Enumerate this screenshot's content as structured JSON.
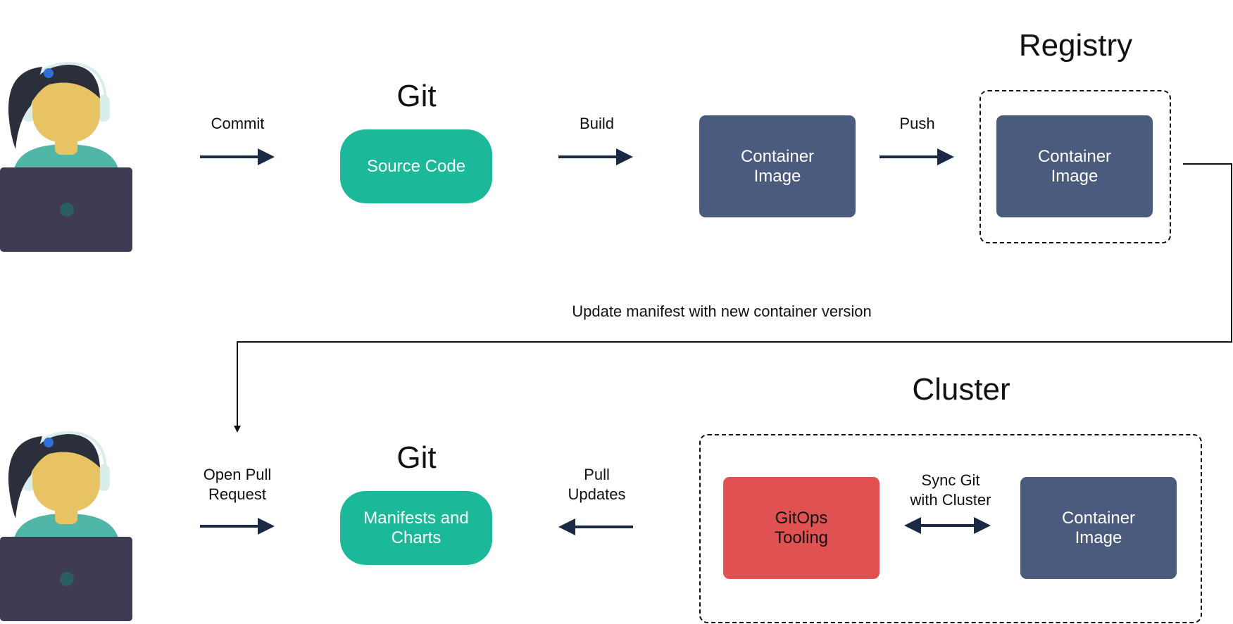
{
  "colors": {
    "git_node": "#1bb99a",
    "container_node": "#4a5b7d",
    "gitops_node": "#e05252",
    "arrow": "#1b2a44",
    "connector": "#111111",
    "skin": "#e8c364",
    "hair": "#2b2f3b",
    "shirt": "#4fb6a8",
    "laptop": "#3f3b52",
    "headset": "#d9eeea",
    "hair_clip": "#2e6fd8"
  },
  "icons": {
    "developer": "developer-with-laptop-icon"
  },
  "top_row": {
    "commit_label": "Commit",
    "git_heading": "Git",
    "source_code": "Source Code",
    "build_label": "Build",
    "container_image": "Container\nImage",
    "push_label": "Push",
    "registry_heading": "Registry",
    "registry_image": "Container\nImage"
  },
  "connector": {
    "label": "Update manifest with new container version"
  },
  "bottom_row": {
    "open_pr_label": "Open Pull\nRequest",
    "git_heading": "Git",
    "manifests": "Manifests and\nCharts",
    "pull_updates_label": "Pull\nUpdates",
    "cluster_heading": "Cluster",
    "gitops_tooling": "GitOps\nTooling",
    "sync_label": "Sync Git\nwith Cluster",
    "cluster_image": "Container\nImage"
  }
}
